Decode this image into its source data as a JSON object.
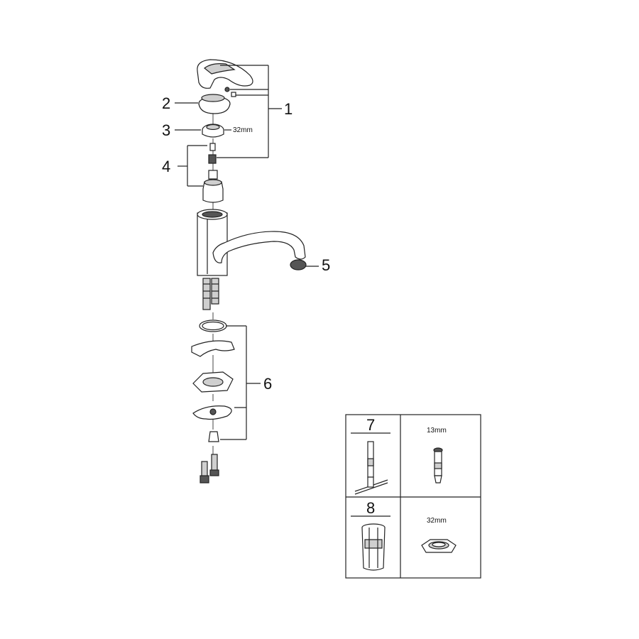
{
  "callouts": {
    "c1": "1",
    "c2": "2",
    "c3": "3",
    "c4": "4",
    "c5": "5",
    "c6": "6"
  },
  "dimensions": {
    "nut_size": "32mm"
  },
  "tools": {
    "tool7": {
      "number": "7",
      "size": "13mm"
    },
    "tool8": {
      "number": "8",
      "size": "32mm"
    }
  }
}
